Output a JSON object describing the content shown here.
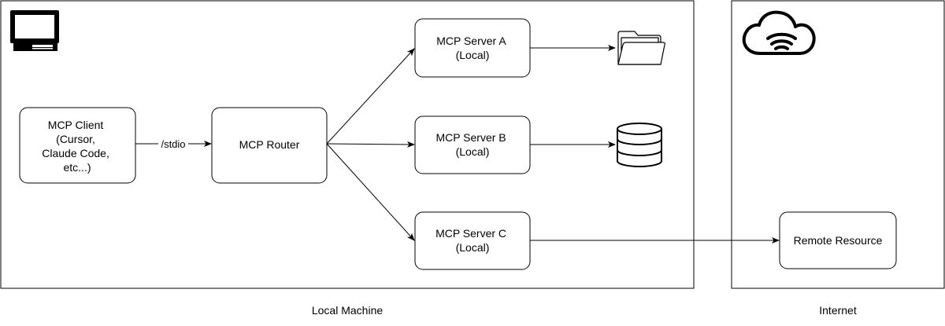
{
  "groups": {
    "local": {
      "label": "Local Machine"
    },
    "internet": {
      "label": "Internet"
    }
  },
  "nodes": {
    "client": {
      "lines": [
        "MCP Client",
        "(Cursor,",
        "Claude Code,",
        "etc...)"
      ]
    },
    "router": {
      "lines": [
        "MCP Router"
      ]
    },
    "server_a": {
      "lines": [
        "MCP Server A",
        "(Local)"
      ]
    },
    "server_b": {
      "lines": [
        "MCP Server B",
        "(Local)"
      ]
    },
    "server_c": {
      "lines": [
        "MCP Server C",
        "(Local)"
      ]
    },
    "remote": {
      "lines": [
        "Remote Resource"
      ]
    }
  },
  "edges": {
    "client_router": {
      "label": "/stdio"
    }
  },
  "icons": {
    "computer": "computer-monitor-icon",
    "cloud": "cloud-wifi-icon",
    "folder": "folder-icon",
    "database": "database-icon"
  }
}
